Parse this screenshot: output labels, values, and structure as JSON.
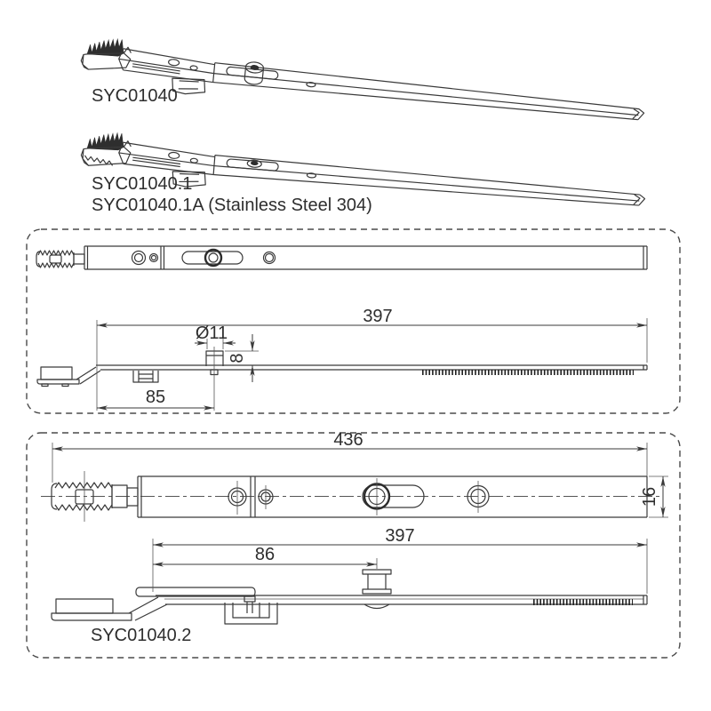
{
  "title_labels": {
    "iso1": "SYC01040",
    "iso2_line1": "SYC01040.1",
    "iso2_line2": "SYC01040.1A (Stainless Steel 304)",
    "detail2": "SYC01040.2"
  },
  "box1": {
    "dim_length": "397",
    "dim_stud_dia": "Ø11",
    "dim_stud_height": "8",
    "dim_stud_offset": "85"
  },
  "box2": {
    "dim_overall_length": "436",
    "dim_bar_width": "16",
    "dim_length": "397",
    "dim_stud_offset": "86"
  },
  "colors": {
    "line": "#3a3a3a",
    "dashed_border": "#4a4a4a",
    "background": "#ffffff"
  }
}
